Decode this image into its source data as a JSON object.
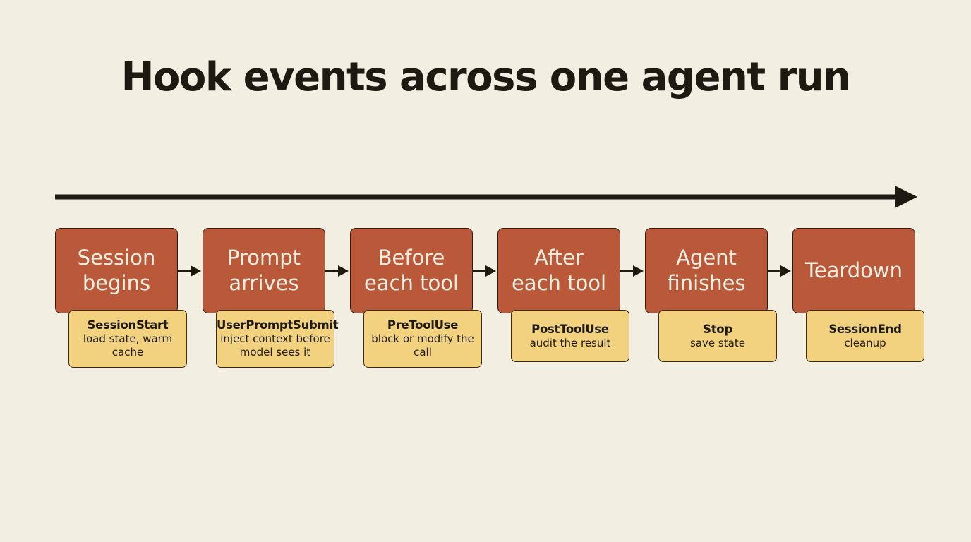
{
  "title": "Hook events across one agent run",
  "colors": {
    "background": "#f2eee1",
    "stage_fill": "#b9593a",
    "hook_fill": "#f2d27e",
    "ink": "#1e1a12"
  },
  "stages": [
    {
      "line1": "Session",
      "line2": "begins",
      "hook": "SessionStart",
      "desc": "load state, warm cache"
    },
    {
      "line1": "Prompt",
      "line2": "arrives",
      "hook": "UserPromptSubmit",
      "desc": "inject context before model sees it"
    },
    {
      "line1": "Before",
      "line2": "each tool",
      "hook": "PreToolUse",
      "desc": "block or modify the call"
    },
    {
      "line1": "After",
      "line2": "each tool",
      "hook": "PostToolUse",
      "desc": "audit the result"
    },
    {
      "line1": "Agent",
      "line2": "finishes",
      "hook": "Stop",
      "desc": "save state"
    },
    {
      "line1": "Teardown",
      "line2": "",
      "hook": "SessionEnd",
      "desc": "cleanup"
    }
  ]
}
